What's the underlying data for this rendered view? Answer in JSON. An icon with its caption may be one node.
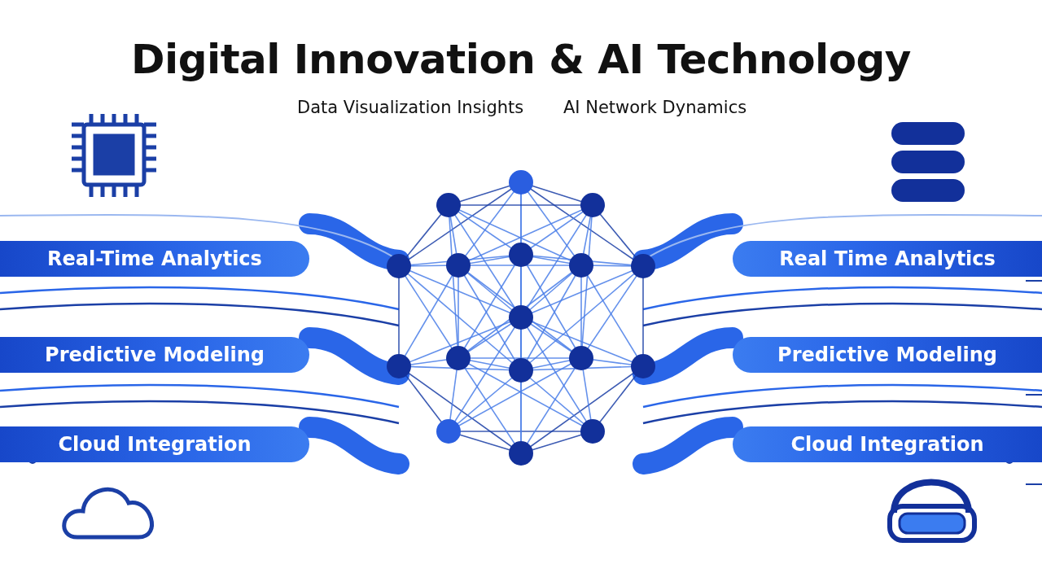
{
  "diagram": {
    "title": "Digital Innovation & AI Technology",
    "nodes": [
      {
        "text": [
          "Real-Time Analytics"
        ]
      },
      {
        "text": [
          "Predictive Modeling"
        ]
      },
      {
        "text": [
          "Cloud Integration"
        ]
      },
      {
        "text": [
          "Real Time Analytics"
        ]
      },
      {
        "text": [
          "Predictive Modeling"
        ]
      },
      {
        "text": [
          "Cloud Integration"
        ]
      }
    ],
    "labels": [
      "Data Visualization Insights",
      "AI Network Dynamics"
    ]
  }
}
